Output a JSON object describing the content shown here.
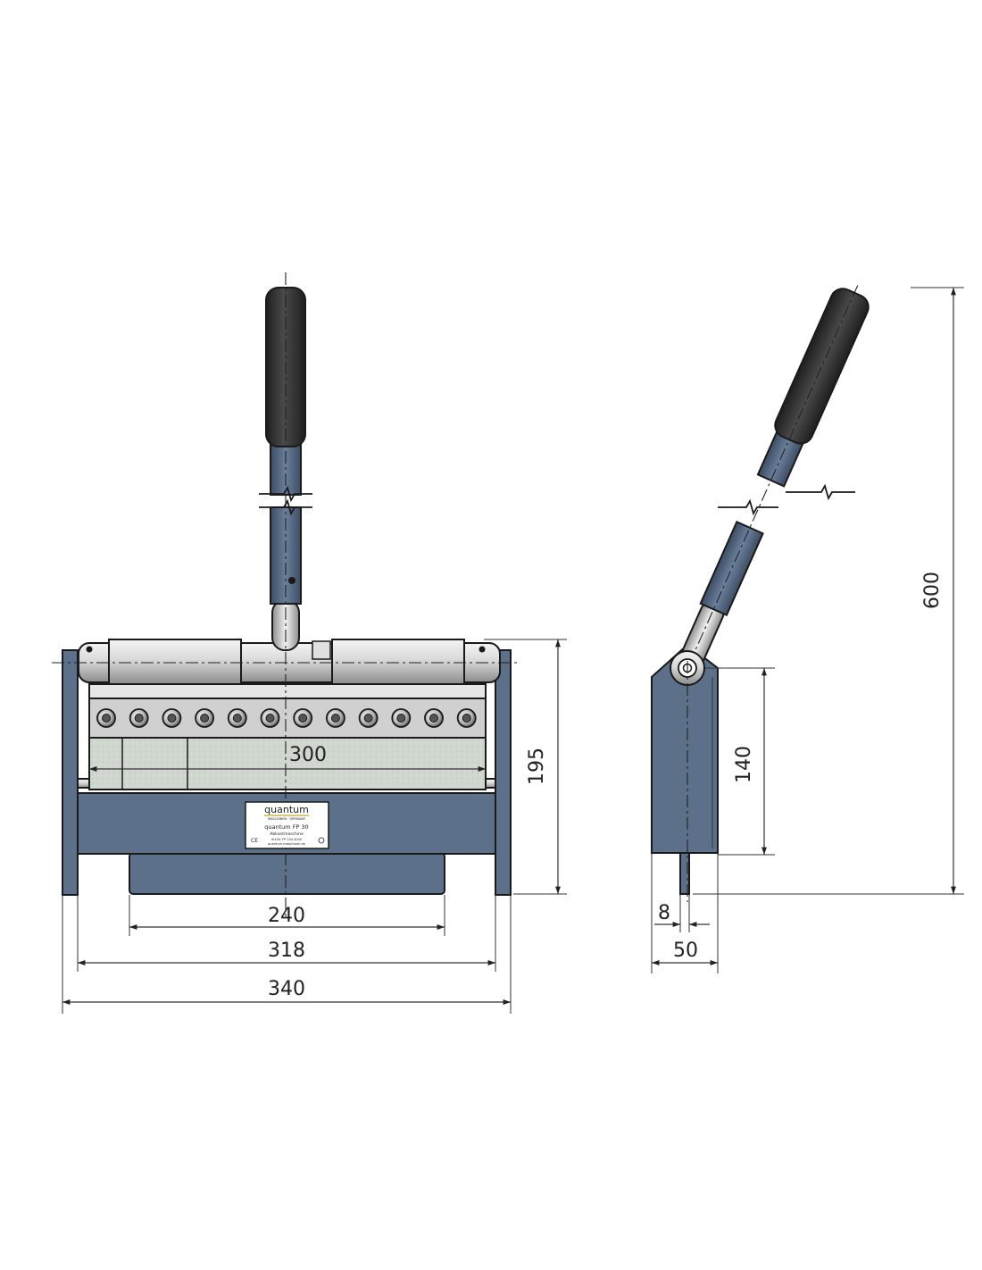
{
  "dimensions": {
    "width_clamp_300": "300",
    "height_195": "195",
    "base_240": "240",
    "width_318": "318",
    "width_340": "340",
    "height_600": "600",
    "height_140": "140",
    "offset_8": "8",
    "depth_50": "50"
  },
  "nameplate": {
    "brand": "quantum",
    "subline": "MASCHINEN · GERMANY",
    "model": "quantum FP 30",
    "type": "Abkantmaschine",
    "article": "Art.Nr. FP   104 4040",
    "ce": "CE",
    "web": "quantum-maschinen.de"
  },
  "colors": {
    "body": "#5d7089",
    "body_dark": "#4a5b72",
    "pipe": "#5a6c86",
    "grip": "#2b2b2b",
    "chrome": "#d8d8d8",
    "clamp": "#cfd6d0"
  }
}
